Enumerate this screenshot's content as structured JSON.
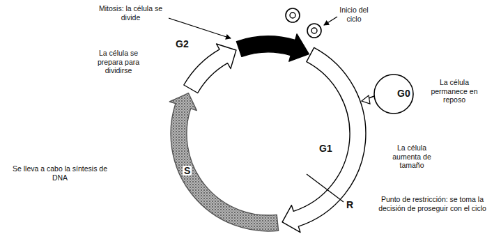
{
  "diagram": {
    "labels": [
      "Mitosis: la célula se divide",
      "Inicio del ciclo",
      "G2",
      "La célula se prepara para dividirse",
      "G0",
      "La célula permanece en reposo",
      "G1",
      "La célula aumenta de tamaño",
      "S",
      "Se lleva a cabo la síntesis de DNA",
      "R",
      "Punto de restricción: se toma la decisión de proseguir con el ciclo"
    ]
  }
}
